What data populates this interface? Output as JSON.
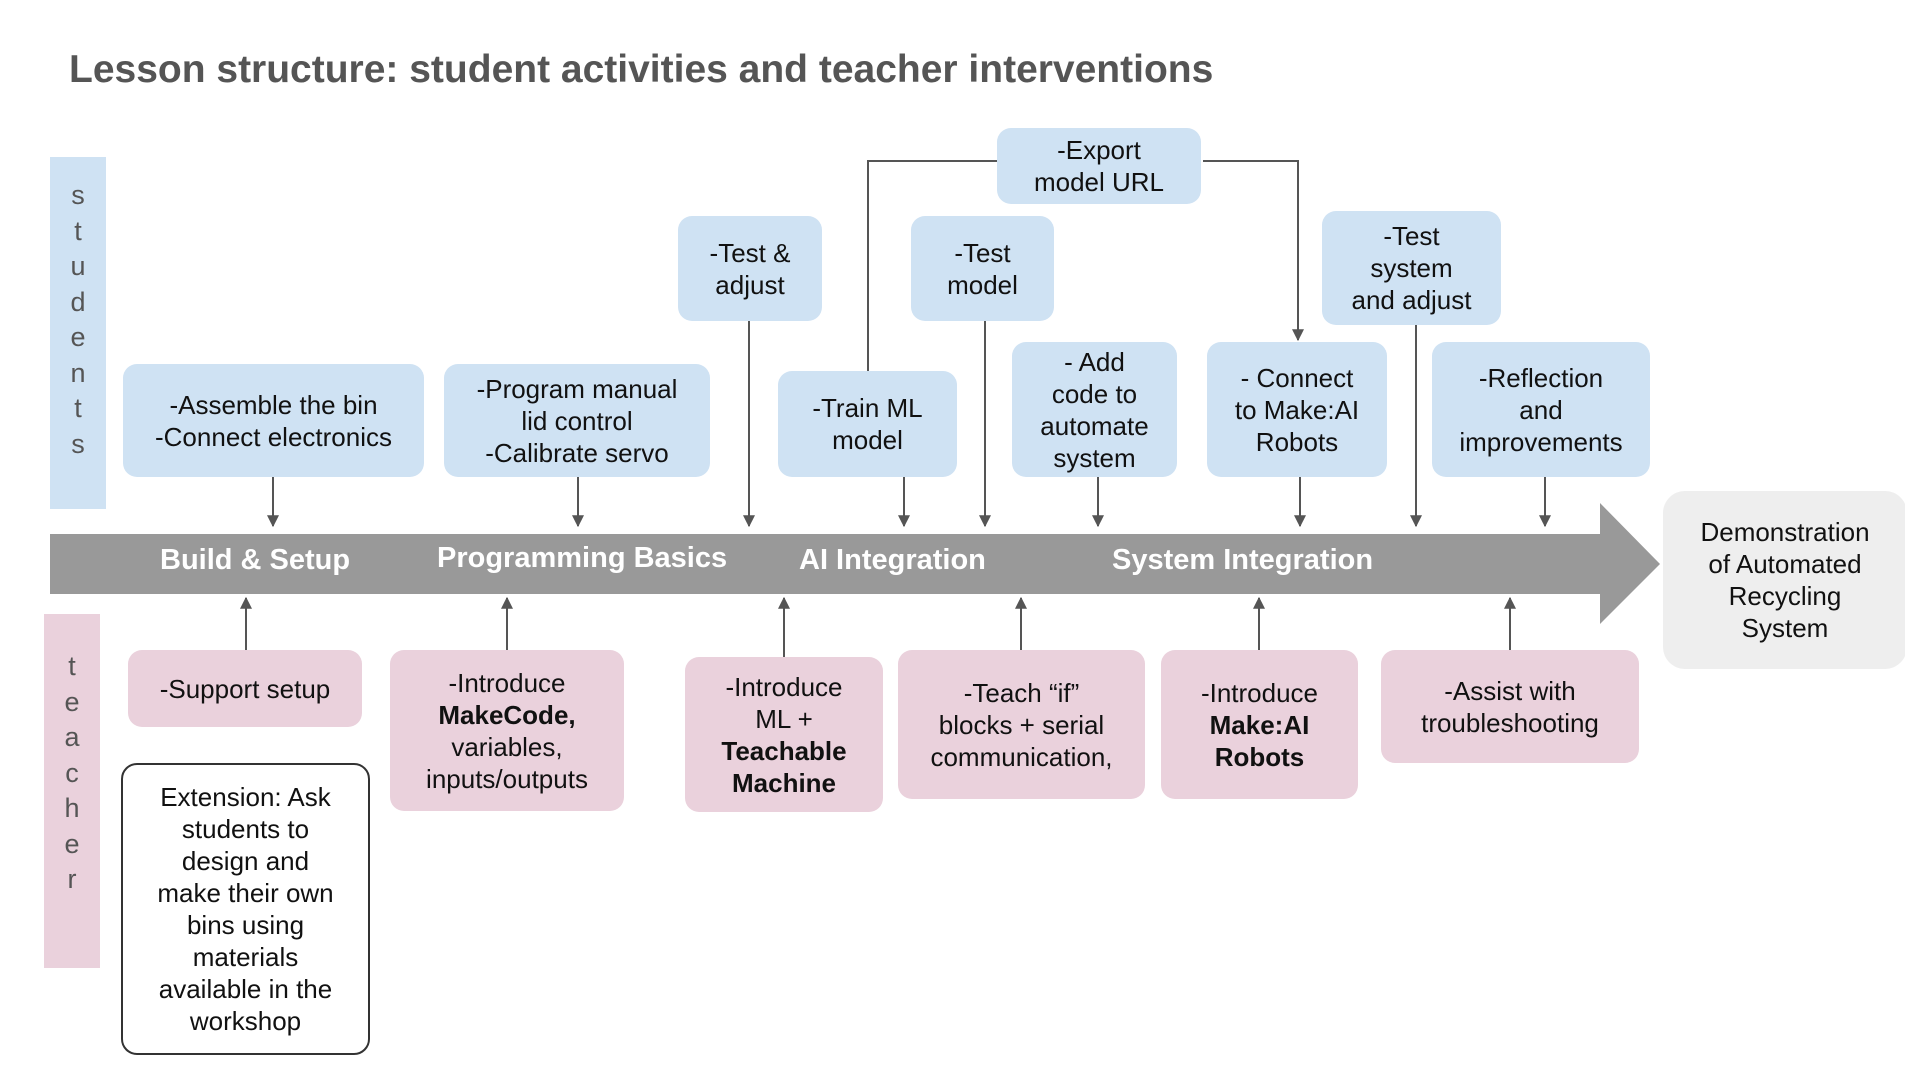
{
  "title": "Lesson structure: student activities and teacher interventions",
  "lanes": {
    "students": [
      "s",
      "t",
      "u",
      "d",
      "e",
      "n",
      "t",
      "s"
    ],
    "teacher": [
      "t",
      "e",
      "a",
      "c",
      "h",
      "e",
      "r"
    ]
  },
  "phases": [
    "Build & Setup",
    "Programming Basics",
    "AI Integration",
    "System Integration"
  ],
  "end_box": [
    "Demonstration",
    "of Automated",
    "Recycling",
    "System"
  ],
  "student_boxes": [
    {
      "lines": [
        "-Assemble the bin",
        "-Connect electronics"
      ]
    },
    {
      "lines": [
        "-Program manual",
        "lid control",
        "-Calibrate servo"
      ]
    },
    {
      "lines": [
        "-Test &",
        "adjust"
      ]
    },
    {
      "lines": [
        "-Train ML",
        "model"
      ]
    },
    {
      "lines": [
        "-Test",
        "model"
      ]
    },
    {
      "lines": [
        "-Export",
        "model URL"
      ]
    },
    {
      "lines": [
        "- Add",
        "code to",
        "automate",
        "system"
      ]
    },
    {
      "lines": [
        "- Connect",
        "to Make:AI",
        "Robots"
      ]
    },
    {
      "lines": [
        "-Test",
        "system",
        "and adjust"
      ]
    },
    {
      "lines": [
        "-Reflection",
        "and",
        "improvements"
      ]
    }
  ],
  "teacher_boxes": [
    {
      "lines": [
        "-Support setup"
      ]
    },
    {
      "lines": [
        "-Introduce",
        "MakeCode,",
        "variables,",
        "inputs/outputs"
      ]
    },
    {
      "lines": [
        "-Introduce",
        "ML +",
        "Teachable",
        "Machine"
      ]
    },
    {
      "lines": [
        "-Teach “if”",
        "blocks + serial",
        "communication,"
      ]
    },
    {
      "lines": [
        "-Introduce",
        "Make:AI",
        "Robots"
      ]
    },
    {
      "lines": [
        "-Assist with",
        "troubleshooting"
      ]
    }
  ],
  "extension_box": [
    "Extension: Ask",
    "students to",
    "design and",
    "make their own",
    "bins using",
    "materials",
    "available in the",
    "workshop"
  ],
  "colors": {
    "students": "#cfe2f3",
    "teacher": "#ead1dc",
    "timeline": "#999999",
    "end_box": "#eeeeee",
    "title": "#555555",
    "connector": "#555555"
  }
}
